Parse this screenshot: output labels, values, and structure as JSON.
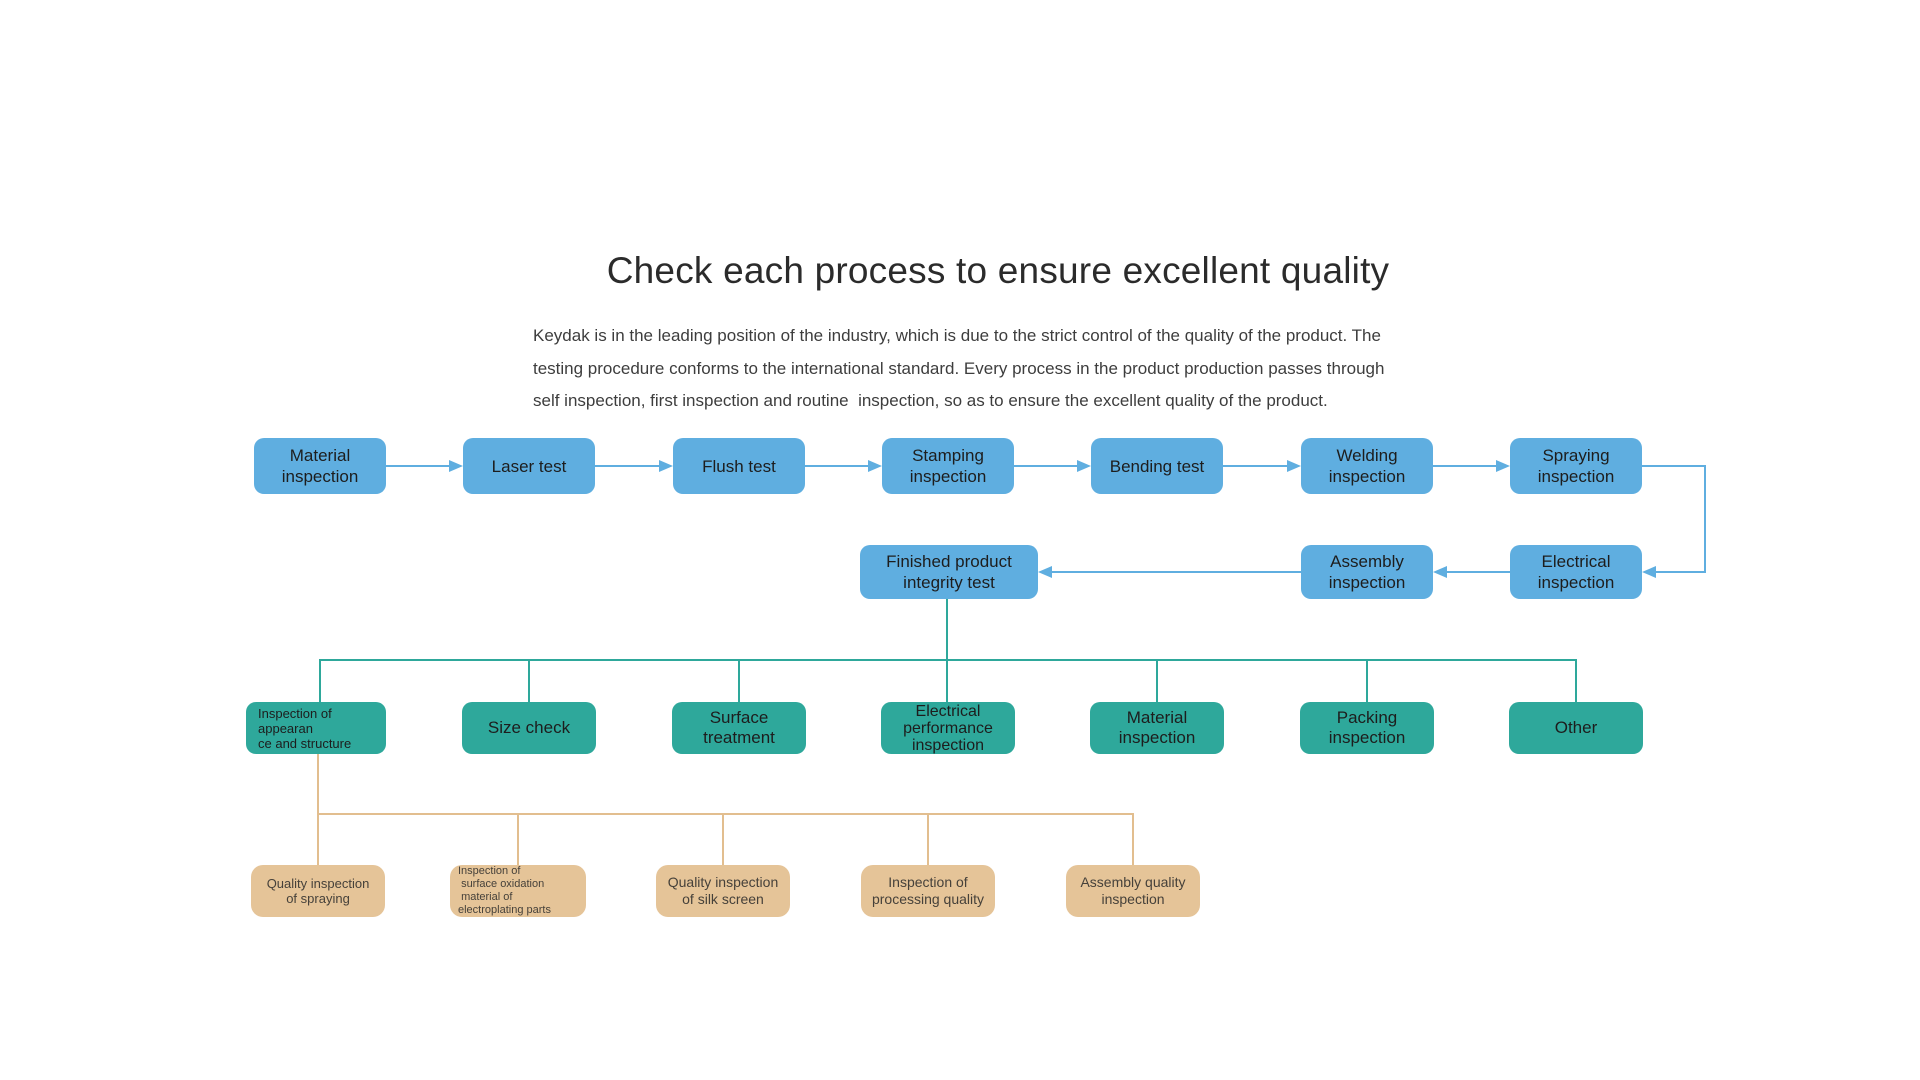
{
  "page": {
    "title": "Check each process to ensure excellent quality",
    "description": "Keydak is in the leading position of the industry, which is due to the strict control of the quality of the product. The\ntesting procedure conforms to the international standard. Every process in the product production passes through\nself inspection, first inspection and routine  inspection, so as to ensure the excellent quality of the product."
  },
  "colors": {
    "process_blue": "#5FAEE0",
    "category_teal": "#2EA89B",
    "subitem_tan": "#E5C498",
    "tan_connector": "#E2BE8F",
    "text_dark": "#1d1d1d"
  },
  "flowchart": {
    "process_row": [
      {
        "label": "Material\ninspection"
      },
      {
        "label": "Laser test"
      },
      {
        "label": "Flush test"
      },
      {
        "label": "Stamping\ninspection"
      },
      {
        "label": "Bending test"
      },
      {
        "label": "Welding\ninspection"
      },
      {
        "label": "Spraying\ninspection"
      }
    ],
    "second_row": [
      {
        "label": "Finished product\nintegrity test"
      },
      {
        "label": "Assembly\ninspection"
      },
      {
        "label": "Electrical\ninspection"
      }
    ],
    "category_row": [
      {
        "label": "Inspection of\nappearan\nce and structure"
      },
      {
        "label": "Size check"
      },
      {
        "label": "Surface\ntreatment"
      },
      {
        "label": "Electrical\nperformance\ninspection"
      },
      {
        "label": "Material\ninspection"
      },
      {
        "label": "Packing\ninspection"
      },
      {
        "label": "Other"
      }
    ],
    "subitem_row": [
      {
        "label": "Quality inspection\nof spraying"
      },
      {
        "label": "Inspection of\n surface oxidation\n material of\nelectroplating parts"
      },
      {
        "label": "Quality inspection\nof silk screen"
      },
      {
        "label": "Inspection of\nprocessing quality"
      },
      {
        "label": "Assembly quality\ninspection"
      }
    ]
  }
}
